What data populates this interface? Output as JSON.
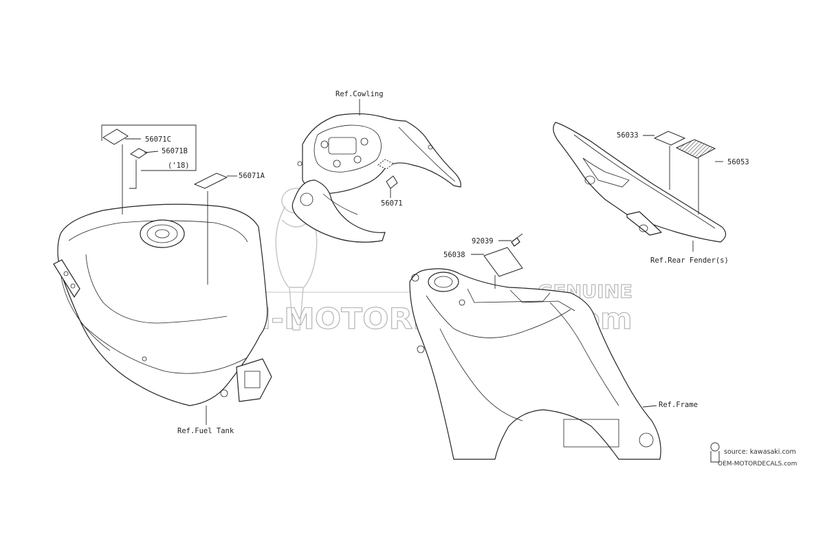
{
  "labels": {
    "ref_cowling": "Ref.Cowling",
    "p56071C": "56071C",
    "p56071B": "56071B",
    "year18": "('18)",
    "p56071A": "56071A",
    "p56071": "56071",
    "p56033": "56033",
    "p56053": "56053",
    "ref_rear_fender": "Ref.Rear Fender(s)",
    "p92039": "92039",
    "p56038": "56038",
    "ref_fuel_tank": "Ref.Fuel Tank",
    "ref_frame": "Ref.Frame"
  },
  "watermark": {
    "main": "OEM-MOTORDECALS.com",
    "genuine": "GENUINE"
  },
  "source": {
    "line1": "source: kawasaki.com",
    "line2": "OEM-MOTORDECALS.com"
  },
  "colors": {
    "ink": "#222222",
    "watermark": "#b8b8b8",
    "background": "#ffffff"
  }
}
